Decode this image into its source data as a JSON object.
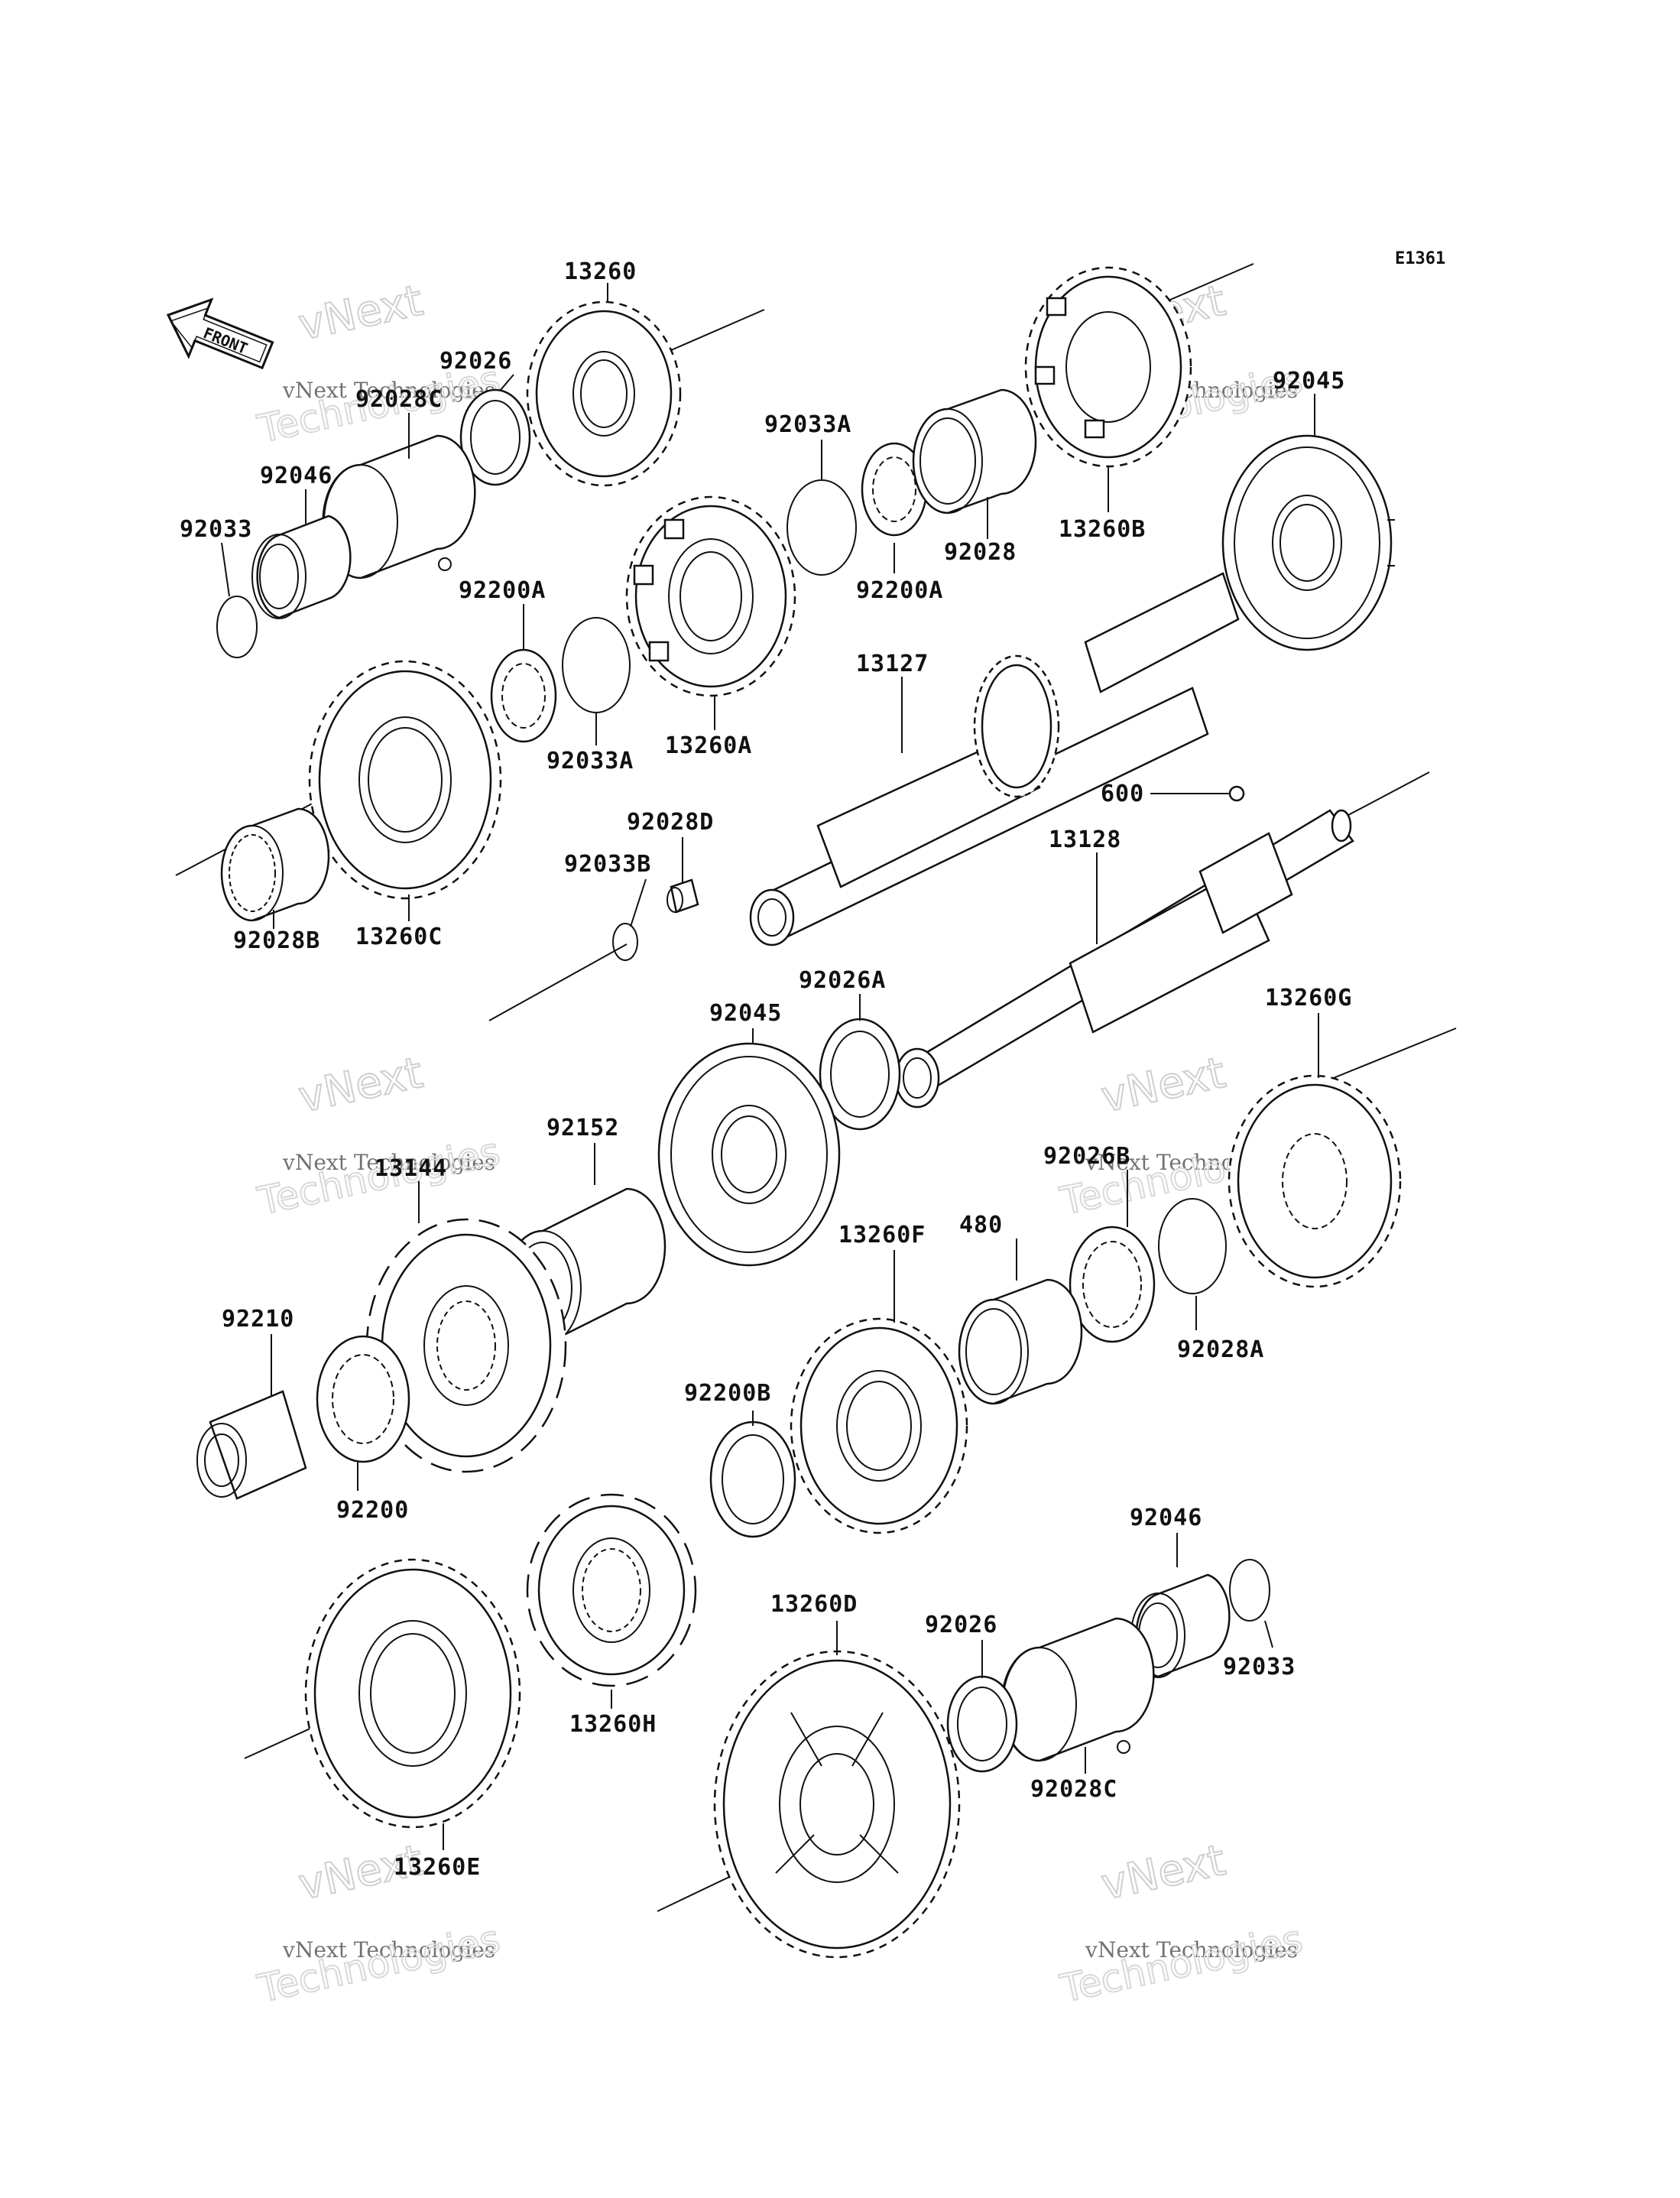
{
  "diagram_code": "E1361",
  "front_label": "FRONT",
  "watermark": {
    "line1": "vNext Technologies",
    "line2": "vNext",
    "line3": "Technologies"
  },
  "parts": [
    {
      "id": "p13260",
      "label": "13260"
    },
    {
      "id": "p92026",
      "label": "92026"
    },
    {
      "id": "p92028c",
      "label": "92028C"
    },
    {
      "id": "p92046",
      "label": "92046"
    },
    {
      "id": "p92033",
      "label": "92033"
    },
    {
      "id": "p92033a1",
      "label": "92033A"
    },
    {
      "id": "p92200a1",
      "label": "92200A"
    },
    {
      "id": "p92028",
      "label": "92028"
    },
    {
      "id": "p13260b",
      "label": "13260B"
    },
    {
      "id": "p92045a",
      "label": "92045"
    },
    {
      "id": "p92200a2",
      "label": "92200A"
    },
    {
      "id": "p92033a2",
      "label": "92033A"
    },
    {
      "id": "p13260a",
      "label": "13260A"
    },
    {
      "id": "p13127",
      "label": "13127"
    },
    {
      "id": "p13260c",
      "label": "13260C"
    },
    {
      "id": "p92028b",
      "label": "92028B"
    },
    {
      "id": "p92028d",
      "label": "92028D"
    },
    {
      "id": "p92033b",
      "label": "92033B"
    },
    {
      "id": "p600",
      "label": "600"
    },
    {
      "id": "p13128",
      "label": "13128"
    },
    {
      "id": "p92026a",
      "label": "92026A"
    },
    {
      "id": "p92045b",
      "label": "92045"
    },
    {
      "id": "p13260g",
      "label": "13260G"
    },
    {
      "id": "p92152",
      "label": "92152"
    },
    {
      "id": "p13144",
      "label": "13144"
    },
    {
      "id": "p92026b",
      "label": "92026B"
    },
    {
      "id": "p92028a",
      "label": "92028A"
    },
    {
      "id": "p480",
      "label": "480"
    },
    {
      "id": "p13260f",
      "label": "13260F"
    },
    {
      "id": "p92210",
      "label": "92210"
    },
    {
      "id": "p92200",
      "label": "92200"
    },
    {
      "id": "p92200b",
      "label": "92200B"
    },
    {
      "id": "p92046b",
      "label": "92046"
    },
    {
      "id": "p92033c",
      "label": "92033"
    },
    {
      "id": "p92026c",
      "label": "92026"
    },
    {
      "id": "p13260d",
      "label": "13260D"
    },
    {
      "id": "p92028c2",
      "label": "92028C"
    },
    {
      "id": "p13260h",
      "label": "13260H"
    },
    {
      "id": "p13260e",
      "label": "13260E"
    }
  ]
}
